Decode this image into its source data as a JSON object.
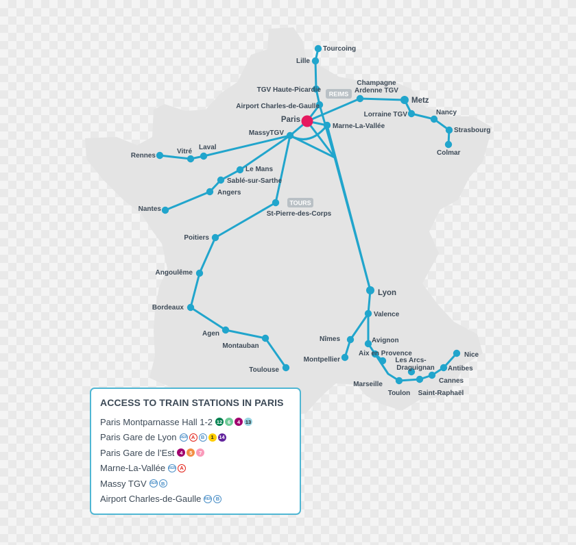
{
  "colors": {
    "land": "#e4e4e4",
    "route": "#21a5cc",
    "paris": "#e6195f",
    "label": "#3d4a57",
    "badge": "#b9c0c5",
    "legend_border": "#4fb6d3"
  },
  "cities": {
    "tourcoing": "Tourcoing",
    "lille": "Lille",
    "tgv_haute_picardie": "TGV Haute-Picardie",
    "airport_cdg": "Airport Charles-de-Gaulle",
    "champagne_1": "Champagne",
    "champagne_2": "Ardenne TGV",
    "metz": "Metz",
    "lorraine_tgv": "Lorraine TGV",
    "nancy": "Nancy",
    "strasbourg": "Strasbourg",
    "colmar": "Colmar",
    "paris": "Paris",
    "marne_la_vallee": "Marne-La-Vallée",
    "massy_tgv": "MassyTGV",
    "rennes": "Rennes",
    "vitre": "Vitré",
    "laval": "Laval",
    "le_mans": "Le Mans",
    "sable": "Sablé-sur-Sarthe",
    "angers": "Angers",
    "nantes": "Nantes",
    "st_pierre": "St-Pierre-des-Corps",
    "poitiers": "Poitiers",
    "angouleme": "Angoulême",
    "bordeaux": "Bordeaux",
    "agen": "Agen",
    "montauban": "Montauban",
    "toulouse": "Toulouse",
    "lyon": "Lyon",
    "valence": "Valence",
    "nimes": "Nîmes",
    "montpellier": "Montpellier",
    "avignon": "Avignon",
    "aix_1": "Aix en Provence",
    "marseille": "Marseille",
    "toulon": "Toulon",
    "les_arcs_1": "Les Arcs-",
    "les_arcs_2": "Draguignan",
    "cannes": "Cannes",
    "antibes": "Antibes",
    "nice": "Nice",
    "saint_raphael": "Saint-Raphaël"
  },
  "badges": {
    "reims": "REIMS",
    "tours": "TOURS"
  },
  "legend": {
    "title": "ACCESS TO TRAIN STATIONS IN PARIS",
    "rows": [
      {
        "name": "Paris Montparnasse Hall 1-2",
        "chips": [
          {
            "label": "12",
            "color": "#00814f",
            "kind": "metro"
          },
          {
            "label": "6",
            "color": "#6eca97",
            "kind": "metro"
          },
          {
            "label": "4",
            "color": "#a0006e",
            "kind": "metro"
          },
          {
            "label": "13",
            "color": "#98d4e2",
            "kind": "metro-dark"
          }
        ]
      },
      {
        "name": "Paris Gare de Lyon",
        "chips": [
          {
            "label": "RER",
            "color": "#4b8fc7",
            "kind": "rer"
          },
          {
            "label": "A",
            "color": "#e2231a",
            "kind": "rerA"
          },
          {
            "label": "B",
            "color": "#4b8fc7",
            "kind": "rerB"
          },
          {
            "label": "1",
            "color": "#ffcd00",
            "kind": "metro-dark"
          },
          {
            "label": "14",
            "color": "#62259d",
            "kind": "metro"
          }
        ]
      },
      {
        "name": "Paris Gare de l’Est",
        "chips": [
          {
            "label": "4",
            "color": "#a0006e",
            "kind": "metro"
          },
          {
            "label": "5",
            "color": "#f28e42",
            "kind": "metro"
          },
          {
            "label": "7",
            "color": "#fa9aba",
            "kind": "metro"
          }
        ]
      },
      {
        "name": "Marne-La-Vallée",
        "chips": [
          {
            "label": "RER",
            "color": "#4b8fc7",
            "kind": "rer"
          },
          {
            "label": "A",
            "color": "#e2231a",
            "kind": "rerA"
          }
        ]
      },
      {
        "name": "Massy TGV",
        "chips": [
          {
            "label": "RER",
            "color": "#4b8fc7",
            "kind": "rer"
          },
          {
            "label": "B",
            "color": "#4b8fc7",
            "kind": "rerB"
          }
        ]
      },
      {
        "name": "Airport Charles-de-Gaulle",
        "chips": [
          {
            "label": "RER",
            "color": "#4b8fc7",
            "kind": "rer"
          },
          {
            "label": "B",
            "color": "#4b8fc7",
            "kind": "rerB"
          }
        ]
      }
    ]
  }
}
